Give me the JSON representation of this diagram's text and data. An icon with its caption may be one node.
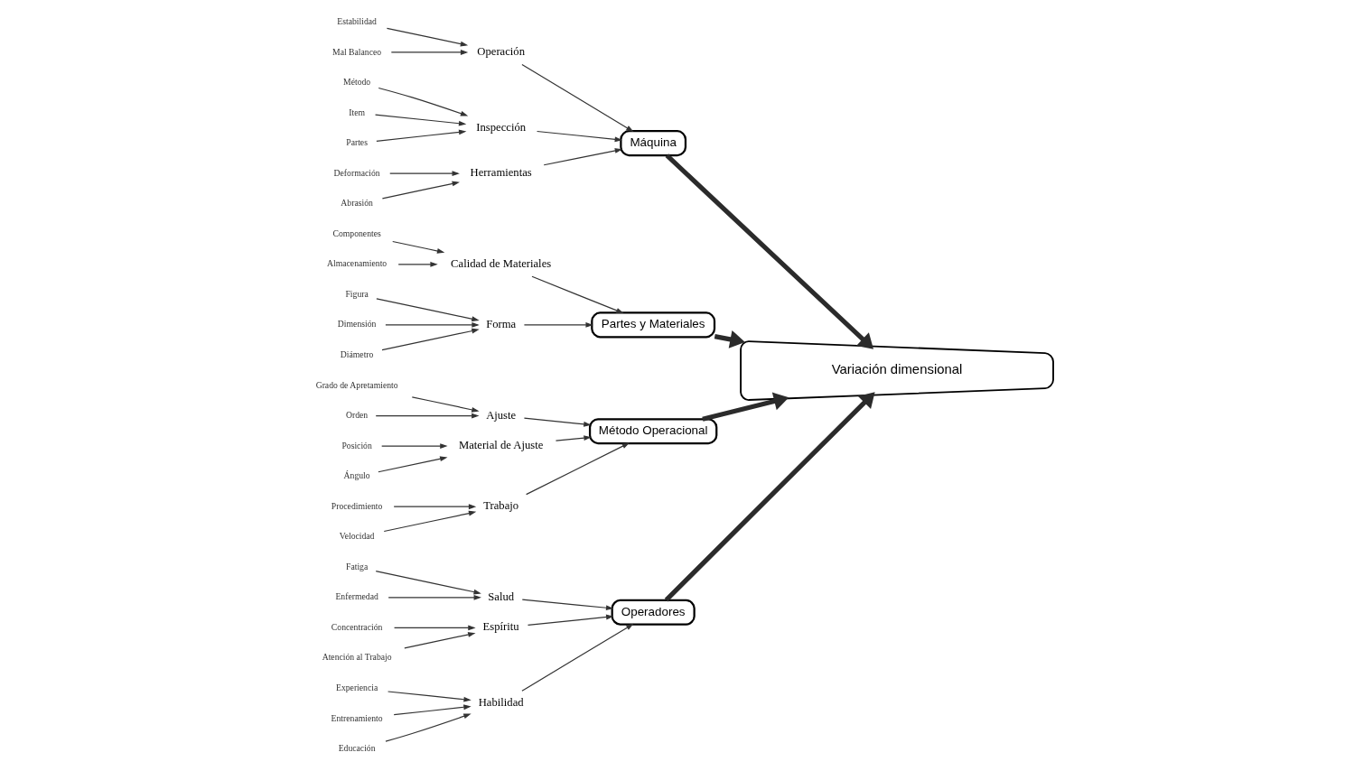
{
  "diagram": {
    "nodes": [
      {
        "text": [
          "Operadores"
        ]
      },
      {
        "text": [
          "Máquina"
        ]
      },
      {
        "text": [
          "Partes y Materiales"
        ]
      },
      {
        "text": [
          "Método Operacional"
        ]
      },
      {
        "text": [
          "Variación dimensional"
        ]
      },
      {
        "text": [
          "Salud"
        ]
      },
      {
        "text": [
          "Fatiga"
        ]
      },
      {
        "text": [
          "Enfermedad"
        ]
      },
      {
        "text": [
          "Espíritu"
        ]
      },
      {
        "text": [
          "Concentración"
        ]
      },
      {
        "text": [
          "Atención al Trabajo"
        ]
      },
      {
        "text": [
          "Habilidad"
        ]
      },
      {
        "text": [
          "Experiencia"
        ]
      },
      {
        "text": [
          "Entrenamiento"
        ]
      },
      {
        "text": [
          "Educación"
        ]
      },
      {
        "text": [
          "Operación"
        ]
      },
      {
        "text": [
          "Estabilidad"
        ]
      },
      {
        "text": [
          "Mal Balanceo"
        ]
      },
      {
        "text": [
          "Inspección"
        ]
      },
      {
        "text": [
          "Método"
        ]
      },
      {
        "text": [
          "Item"
        ]
      },
      {
        "text": [
          "Partes"
        ]
      },
      {
        "text": [
          "Herramientas"
        ]
      },
      {
        "text": [
          "Deformación"
        ]
      },
      {
        "text": [
          "Abrasión"
        ]
      },
      {
        "text": [
          "Calidad de Materiales"
        ]
      },
      {
        "text": [
          "Componentes"
        ]
      },
      {
        "text": [
          "Almacenamiento"
        ]
      },
      {
        "text": [
          "Forma"
        ]
      },
      {
        "text": [
          "Figura"
        ]
      },
      {
        "text": [
          "Dimensión"
        ]
      },
      {
        "text": [
          "Diámetro"
        ]
      },
      {
        "text": [
          "Ajuste"
        ]
      },
      {
        "text": [
          "Grado de Apretamiento"
        ]
      },
      {
        "text": [
          "Orden"
        ]
      },
      {
        "text": [
          "Material de Ajuste"
        ]
      },
      {
        "text": [
          "Posición"
        ]
      },
      {
        "text": [
          "Ángulo"
        ]
      },
      {
        "text": [
          "Trabajo"
        ]
      },
      {
        "text": [
          "Procedimiento"
        ]
      },
      {
        "text": [
          "Velocidad"
        ]
      }
    ],
    "edges": [
      {
        "from": 0,
        "to": 4,
        "arrow": "to",
        "style": "thick"
      },
      {
        "from": 1,
        "to": 4,
        "arrow": "to",
        "style": "thick"
      },
      {
        "from": 2,
        "to": 4,
        "arrow": "to",
        "style": "thick"
      },
      {
        "from": 3,
        "to": 4,
        "arrow": "to",
        "style": "thick"
      },
      {
        "from": 5,
        "to": 0,
        "arrow": "to"
      },
      {
        "from": 6,
        "to": 5,
        "arrow": "to"
      },
      {
        "from": 7,
        "to": 5,
        "arrow": "to"
      },
      {
        "from": 8,
        "to": 0,
        "arrow": "to"
      },
      {
        "from": 9,
        "to": 8,
        "arrow": "to"
      },
      {
        "from": 10,
        "to": 8,
        "arrow": "to"
      },
      {
        "from": 11,
        "to": 0,
        "arrow": "to"
      },
      {
        "from": 12,
        "to": 11,
        "arrow": "to"
      },
      {
        "from": 13,
        "to": 11,
        "arrow": "to"
      },
      {
        "from": 14,
        "to": 11,
        "arrow": "to"
      },
      {
        "from": 15,
        "to": 1,
        "arrow": "to"
      },
      {
        "from": 16,
        "to": 15,
        "arrow": "to"
      },
      {
        "from": 17,
        "to": 15,
        "arrow": "to"
      },
      {
        "from": 18,
        "to": 1,
        "arrow": "to"
      },
      {
        "from": 19,
        "to": 18,
        "arrow": "to"
      },
      {
        "from": 20,
        "to": 18,
        "arrow": "to"
      },
      {
        "from": 21,
        "to": 18,
        "arrow": "to"
      },
      {
        "from": 22,
        "to": 1,
        "arrow": "to"
      },
      {
        "from": 23,
        "to": 22,
        "arrow": "to"
      },
      {
        "from": 24,
        "to": 22,
        "arrow": "to"
      },
      {
        "from": 25,
        "to": 2,
        "arrow": "to"
      },
      {
        "from": 26,
        "to": 25,
        "arrow": "to"
      },
      {
        "from": 27,
        "to": 25,
        "arrow": "to"
      },
      {
        "from": 28,
        "to": 2,
        "arrow": "to"
      },
      {
        "from": 29,
        "to": 28,
        "arrow": "to"
      },
      {
        "from": 30,
        "to": 28,
        "arrow": "to"
      },
      {
        "from": 31,
        "to": 28,
        "arrow": "to"
      },
      {
        "from": 32,
        "to": 3,
        "arrow": "to"
      },
      {
        "from": 33,
        "to": 32,
        "arrow": "to"
      },
      {
        "from": 34,
        "to": 32,
        "arrow": "to"
      },
      {
        "from": 35,
        "to": 3,
        "arrow": "to"
      },
      {
        "from": 36,
        "to": 35,
        "arrow": "to"
      },
      {
        "from": 37,
        "to": 35,
        "arrow": "to"
      },
      {
        "from": 38,
        "to": 3,
        "arrow": "to"
      },
      {
        "from": 39,
        "to": 38,
        "arrow": "to"
      },
      {
        "from": 40,
        "to": 38,
        "arrow": "to"
      }
    ]
  }
}
